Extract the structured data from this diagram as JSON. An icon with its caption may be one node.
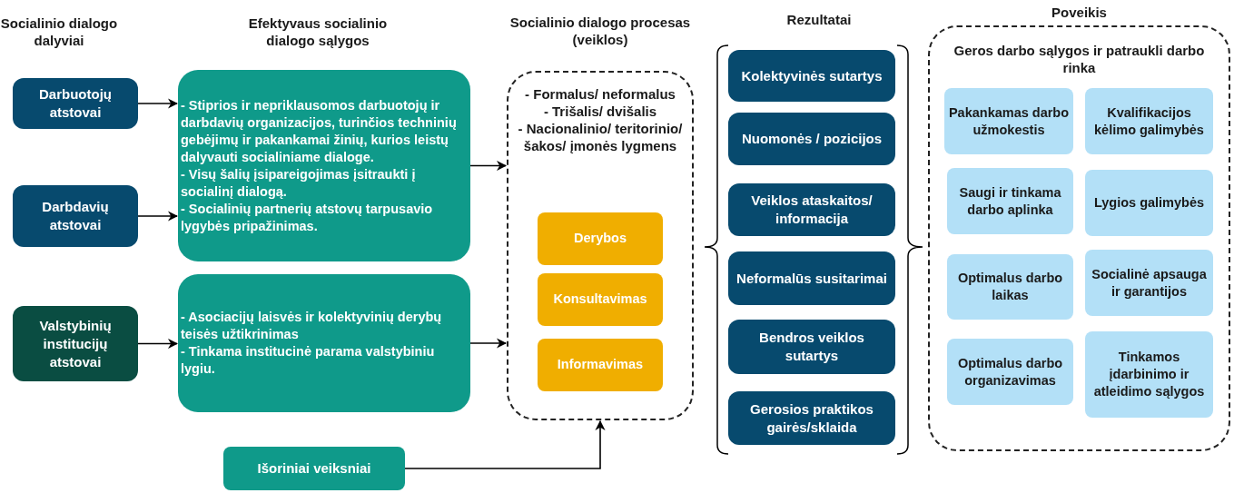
{
  "diagram": {
    "nodes": [
      {
        "text": [
          "Darbuotojų atstovai"
        ]
      },
      {
        "text": [
          "Darbdavių atstovai"
        ]
      },
      {
        "text": [
          "Valstybinių institucijų atstovai"
        ]
      },
      {
        "text": [
          "- Stiprios ir nepriklausomos darbuotojų ir darbdavių organizacijos, turinčios techninių gebėjimų ir pakankamai žinių, kurios leistų dalyvauti socialiniame dialoge.",
          "- Visų šalių įsipareigojimas įsitraukti į socialinį dialogą.",
          "- Socialinių partnerių atstovų tarpusavio lygybės pripažinimas."
        ]
      },
      {
        "text": [
          "- Asociacijų laisvės ir kolektyvinių derybų teisės užtikrinimas",
          "- Tinkama institucinė parama valstybiniu lygiu."
        ]
      },
      {
        "text": [
          "Socialinio dialogo procesas (veiklos)",
          "- Formalus/ neformalus",
          "- Trišalis/ dvišalis",
          "- Nacionalinio/ teritorinio/ šakos/ įmonės lygmens"
        ]
      },
      {
        "text": [
          "Derybos"
        ],
        "in": 5
      },
      {
        "text": [
          "Konsultavimas"
        ],
        "in": 5
      },
      {
        "text": [
          "Informavimas"
        ],
        "in": 5
      },
      {
        "text": [
          "Išoriniai veiksniai"
        ]
      },
      {
        "text": [
          "Kolektyvinės sutartys"
        ]
      },
      {
        "text": [
          "Nuomonės / pozicijos"
        ]
      },
      {
        "text": [
          "Veiklos ataskaitos/ informacija"
        ]
      },
      {
        "text": [
          "Neformalūs susitarimai"
        ]
      },
      {
        "text": [
          "Bendros veiklos sutartys"
        ]
      },
      {
        "text": [
          "Gerosios praktikos gairės/sklaida"
        ]
      },
      {
        "text": [
          "Poveikis",
          "Geros darbo sąlygos ir patraukli darbo rinka"
        ]
      },
      {
        "text": [
          "Pakankamas darbo užmokestis"
        ],
        "in": 16
      },
      {
        "text": [
          "Kvalifikacijos kėlimo galimybės"
        ],
        "in": 16
      },
      {
        "text": [
          "Saugi ir tinkama darbo aplinka"
        ],
        "in": 16
      },
      {
        "text": [
          "Lygios galimybės"
        ],
        "in": 16
      },
      {
        "text": [
          "Optimalus darbo laikas"
        ],
        "in": 16
      },
      {
        "text": [
          "Socialinė apsauga ir garantijos"
        ],
        "in": 16
      },
      {
        "text": [
          "Optimalus darbo organizavimas"
        ],
        "in": 16
      },
      {
        "text": [
          "Tinkamos įdarbinimo ir atleidimo sąlygos"
        ],
        "in": 16
      }
    ],
    "edges": [
      {
        "from": 0,
        "to": 3,
        "arrow": "to"
      },
      {
        "from": 1,
        "to": 3,
        "arrow": "to"
      },
      {
        "from": 2,
        "to": 4,
        "arrow": "to"
      },
      {
        "from": 3,
        "to": 5,
        "arrow": "to"
      },
      {
        "from": 4,
        "to": 5,
        "arrow": "to"
      },
      {
        "from": 9,
        "to": 5,
        "arrow": "to"
      }
    ],
    "labels": [
      "Socialinio dialogo dalyviai",
      "Efektyvaus socialinio dialogo sąlygos",
      "Rezultatai"
    ]
  }
}
